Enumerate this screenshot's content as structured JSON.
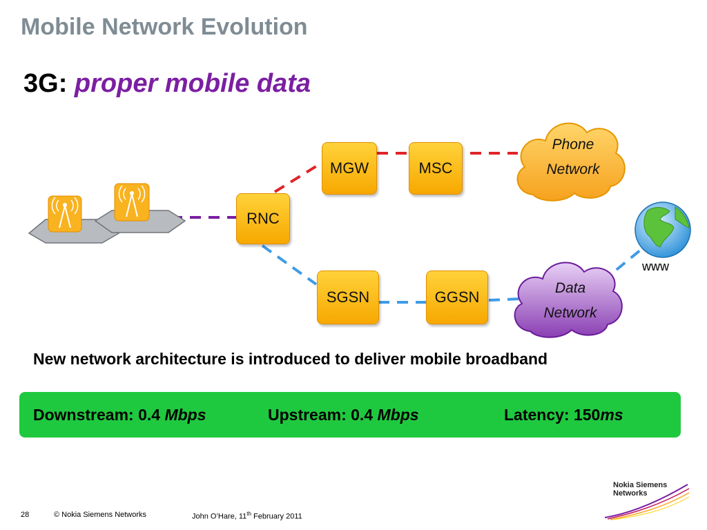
{
  "slide": {
    "title": "Mobile Network Evolution",
    "subtitle_prefix": "3G:",
    "subtitle_emphasis": "proper mobile data"
  },
  "nodes": {
    "mgw": "MGW",
    "msc": "MSC",
    "rnc": "RNC",
    "sgsn": "SGSN",
    "ggsn": "GGSN",
    "phone_network": [
      "Phone",
      "Network"
    ],
    "data_network": [
      "Data",
      "Network"
    ],
    "www": "www"
  },
  "colors": {
    "node_fill": "#f9b800",
    "voice_link": "#e0242a",
    "data_link": "#3f9be6",
    "radio_link": "#7b1fa2",
    "phone_cloud": "#fbb534",
    "data_cloud": "#9b4fc0",
    "stats_bar": "#1fc93f"
  },
  "headline": "New network architecture is introduced to deliver mobile broadband",
  "stats": {
    "downstream_label": "Downstream: 0.4 ",
    "downstream_unit": "Mbps",
    "upstream_label": "Upstream: 0.4 ",
    "upstream_unit": "Mbps",
    "latency_label": "Latency: 150",
    "latency_unit": "ms"
  },
  "footer": {
    "page_number": "28",
    "copyright": "© Nokia Siemens Networks",
    "author_prefix": "John O’Hare, 11",
    "author_sup": "th",
    "author_suffix": " February 2011",
    "logo_line1": "Nokia Siemens",
    "logo_line2": "Networks"
  }
}
